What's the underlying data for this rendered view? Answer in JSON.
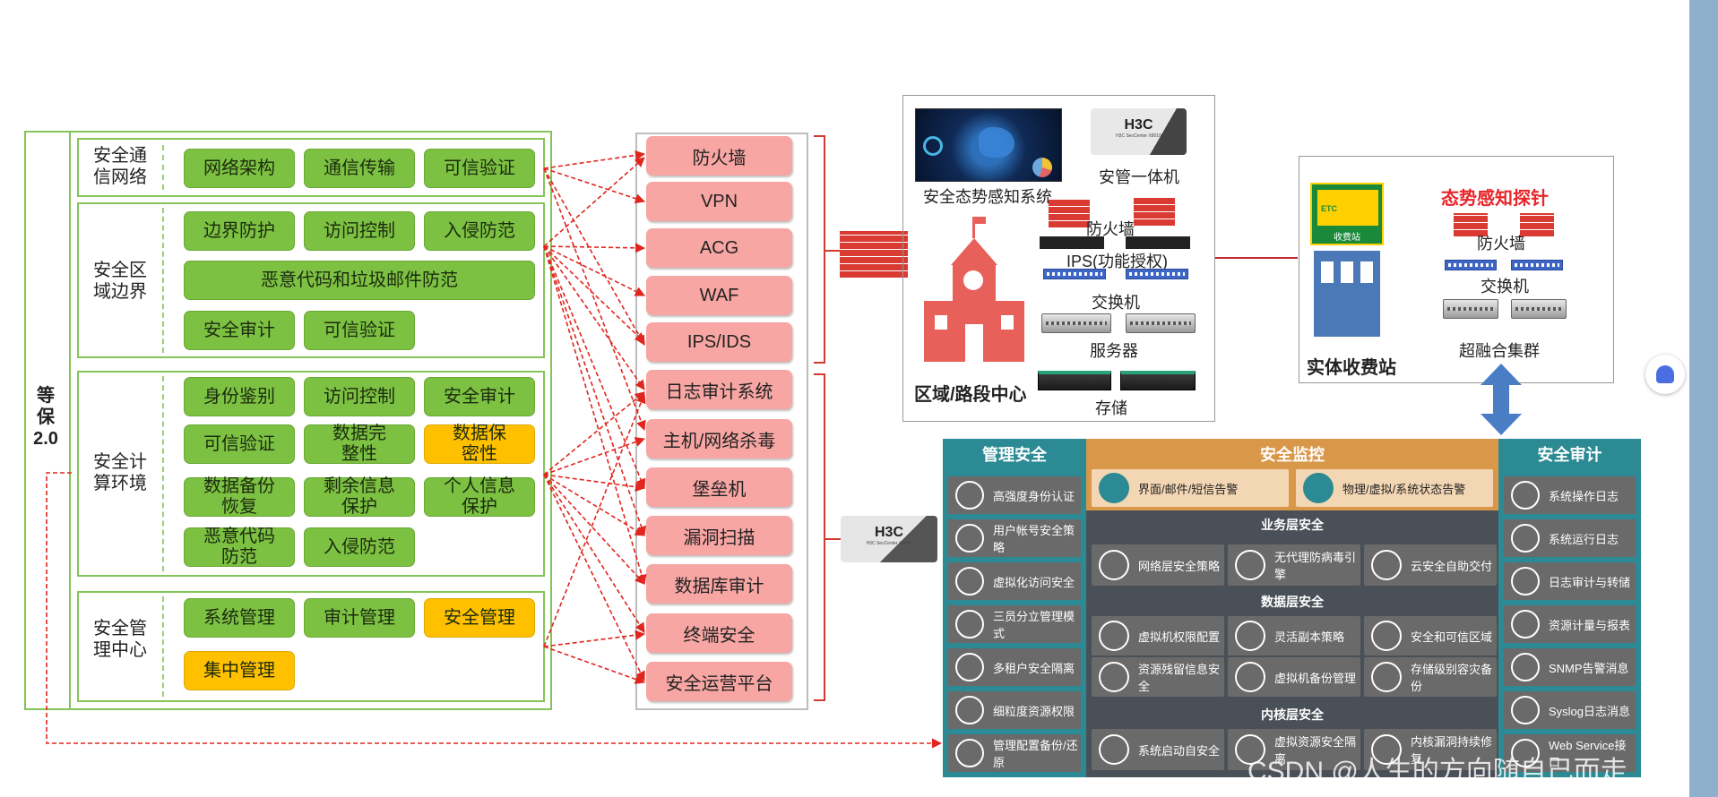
{
  "dengbao": {
    "title": "等保2.0",
    "groups": [
      {
        "category": "安全通信网络",
        "items": [
          "网络架构",
          "通信传输",
          "可信验证"
        ]
      },
      {
        "category": "安全区域边界",
        "items": [
          "边界防护",
          "访问控制",
          "入侵防范",
          "恶意代码和垃圾邮件防范",
          "安全审计",
          "可信验证"
        ]
      },
      {
        "category": "安全计算环境",
        "items": [
          "身份鉴别",
          "访问控制",
          "安全审计",
          "可信验证",
          "数据完整性",
          "数据保密性",
          "数据备份恢复",
          "剩余信息保护",
          "个人信息保护",
          "恶意代码防范",
          "入侵防范"
        ]
      },
      {
        "category": "安全管理中心",
        "items": [
          "系统管理",
          "审计管理",
          "安全管理",
          "集中管理"
        ]
      }
    ]
  },
  "products": [
    "防火墙",
    "VPN",
    "ACG",
    "WAF",
    "IPS/IDS",
    "日志审计系统",
    "主机/网络杀毒",
    "堡垒机",
    "漏洞扫描",
    "数据库审计",
    "终端安全",
    "安全运营平台"
  ],
  "h3c_logo": {
    "brand": "H3C",
    "model": "H3C SecCenter X8010"
  },
  "region_center": {
    "title": "区域/路段中心",
    "labels": [
      "安全态势感知系统",
      "安管一体机",
      "防火墙",
      "IPS(功能授权)",
      "交换机",
      "服务器",
      "存储"
    ]
  },
  "toll_station": {
    "title": "实体收费站",
    "probe_title": "态势感知探针",
    "sign_top": "ETC",
    "sign_bottom": "收费站",
    "labels": [
      "防火墙",
      "交换机",
      "超融合集群"
    ]
  },
  "platform": {
    "mgmt": {
      "title": "管理安全",
      "items": [
        "高强度身份认证",
        "用户帐号安全策略",
        "虚拟化访问安全",
        "三员分立管理模式",
        "多租户安全隔离",
        "细粒度资源权限",
        "管理配置备份/还原"
      ]
    },
    "monitor": {
      "title": "安全监控",
      "items": [
        "界面/邮件/短信告警",
        "物理/虚拟/系统状态告警"
      ]
    },
    "business": {
      "title": "业务层安全",
      "items": [
        "网络层安全策略",
        "无代理防病毒引擎",
        "云安全自助交付"
      ]
    },
    "data": {
      "title": "数据层安全",
      "items": [
        "虚拟机权限配置",
        "灵活副本策略",
        "安全和可信区域",
        "资源残留信息安全",
        "虚拟机备份管理",
        "存储级别容灾备份"
      ]
    },
    "kernel": {
      "title": "内核层安全",
      "items": [
        "系统启动自安全",
        "虚拟资源安全隔离",
        "内核漏洞持续修复"
      ]
    },
    "audit": {
      "title": "安全审计",
      "items": [
        "系统操作日志",
        "系统运行日志",
        "日志审计与转储",
        "资源计量与报表",
        "SNMP告警消息",
        "Syslog日志消息",
        "Web Service接口"
      ]
    }
  },
  "watermark": "CSDN @人生的方向随自己而走",
  "colors": {
    "green": "#7cc142",
    "yellow": "#ffc000",
    "pink": "#f7a6a3",
    "teal": "#2b8a93",
    "orange": "#d9974a",
    "arrow_red": "#e0261e"
  }
}
